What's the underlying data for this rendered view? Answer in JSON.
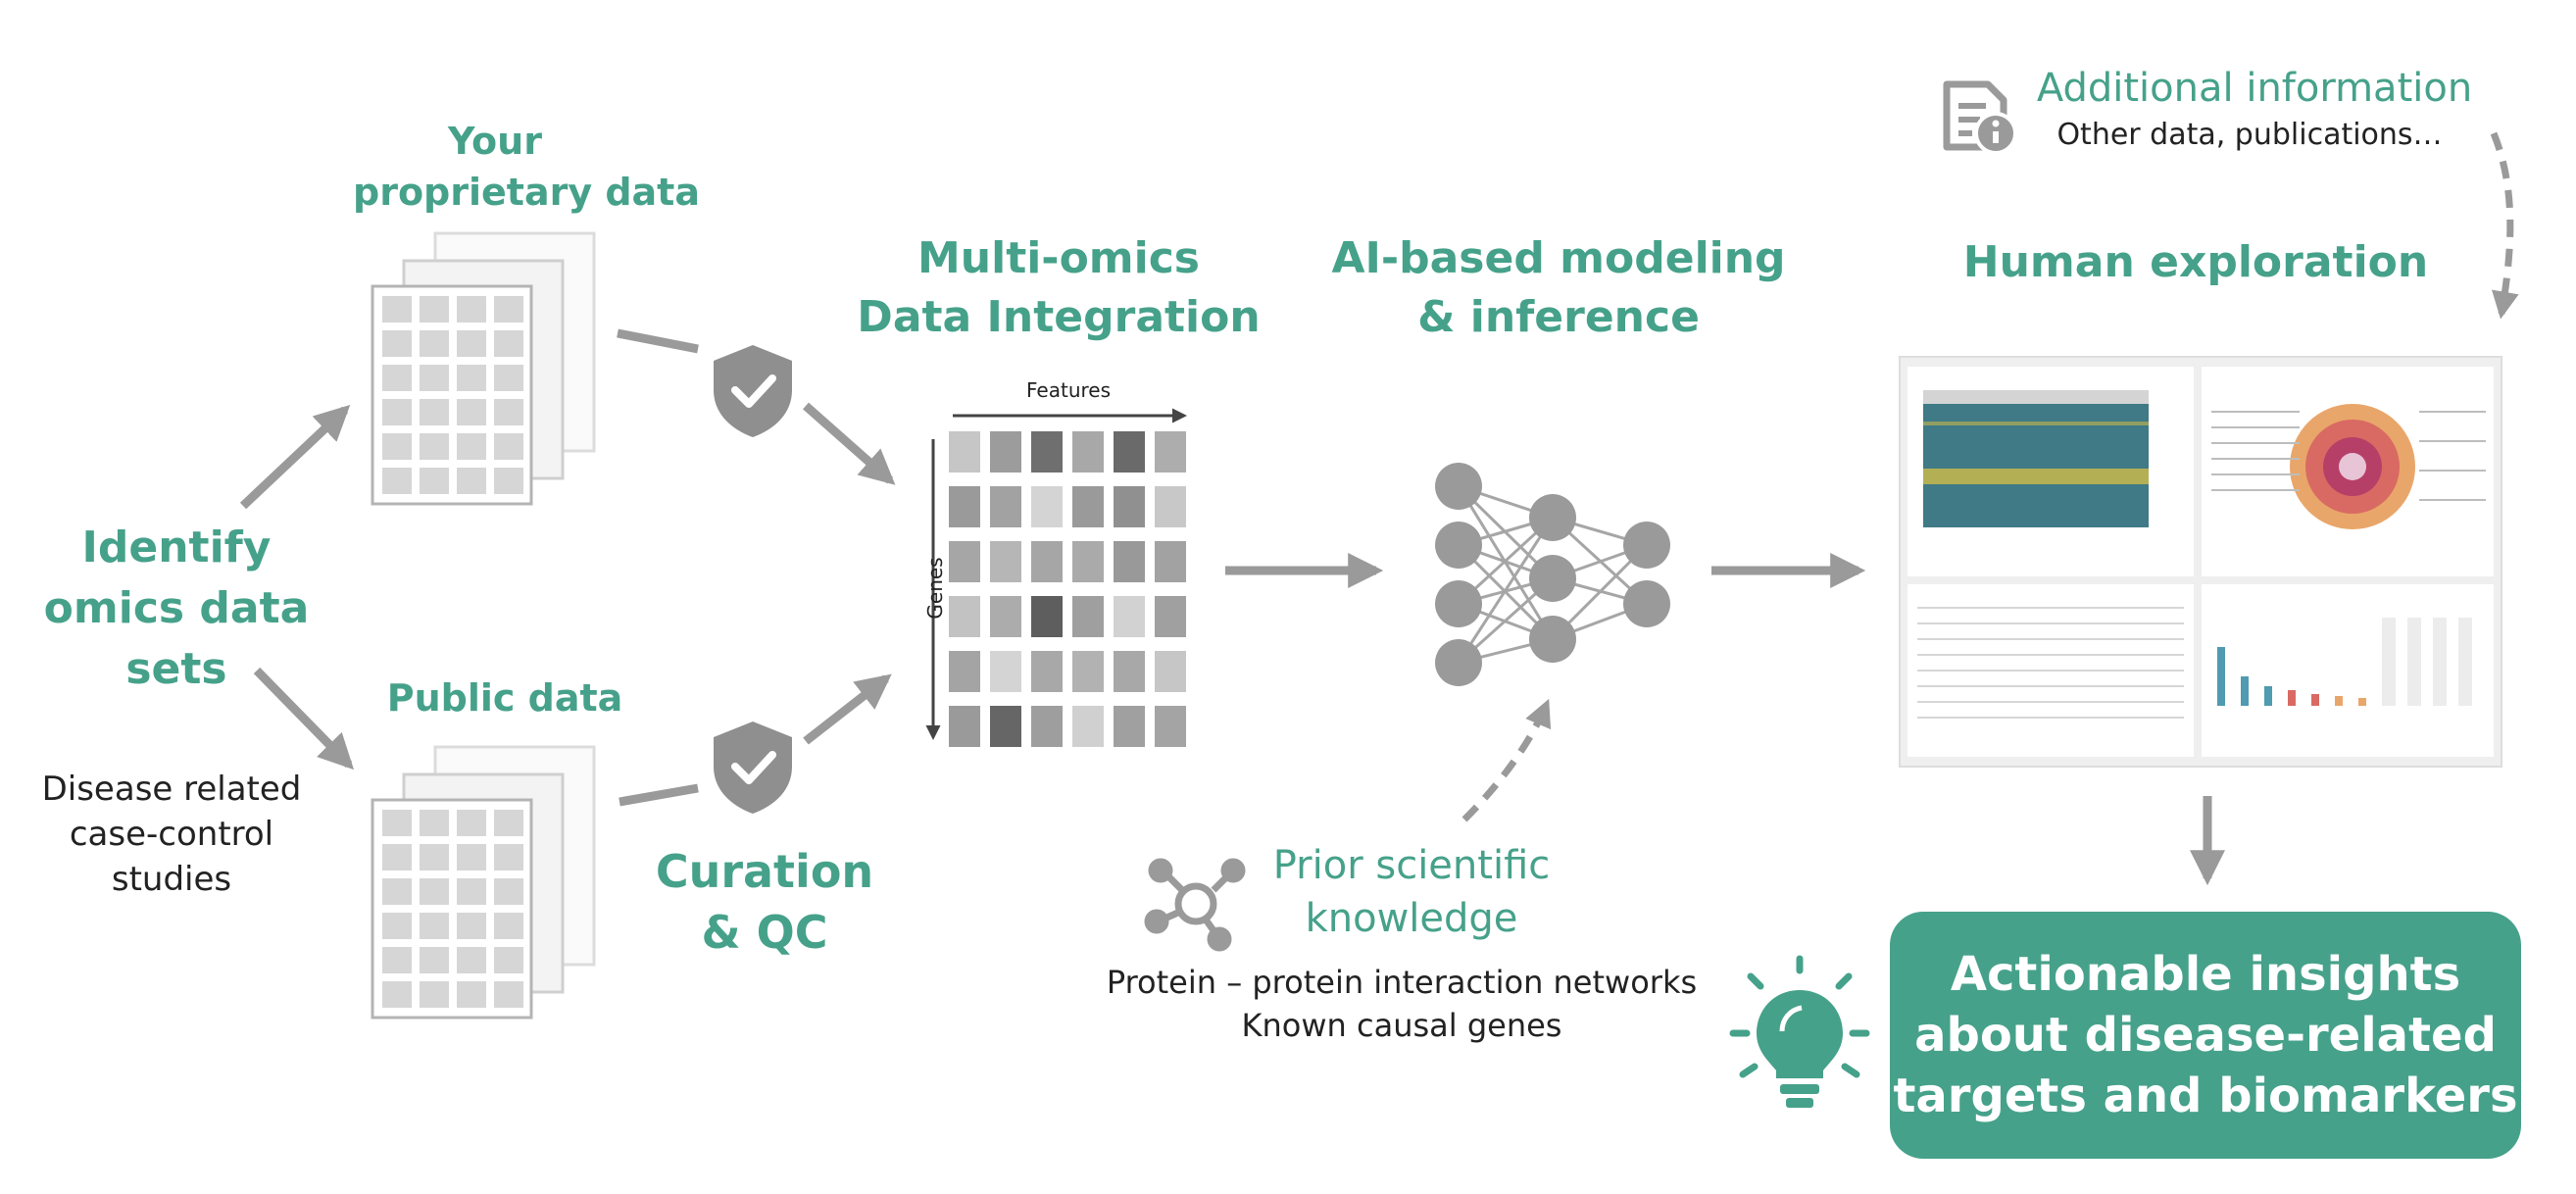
{
  "identify": {
    "line1": "Identify",
    "line2": "omics data",
    "line3": "sets"
  },
  "disease": {
    "line1": "Disease related",
    "line2": "case-control",
    "line3": "studies"
  },
  "proprietary": {
    "line1": "Your",
    "line2": "proprietary data"
  },
  "public_data": {
    "label": "Public data"
  },
  "curation": {
    "line1": "Curation",
    "line2": "& QC"
  },
  "multiomics": {
    "line1": "Multi-omics",
    "line2": "Data Integration",
    "features_label": "Features",
    "genes_label": "Genes"
  },
  "ai": {
    "line1": "AI-based modeling",
    "line2": "& inference"
  },
  "prior": {
    "line1": "Prior scientific",
    "line2": "knowledge",
    "detail1": "Protein – protein interaction networks",
    "detail2": "Known causal genes"
  },
  "additional": {
    "title": "Additional information",
    "subtitle": "Other data, publications…"
  },
  "human": {
    "title": "Human exploration"
  },
  "insights": {
    "line1": "Actionable insights",
    "line2": "about disease-related",
    "line3": "targets and biomarkers"
  },
  "colors": {
    "accent": "#46a18a",
    "arrow": "#999999",
    "grey_text": "#222222"
  },
  "icons": [
    "shield-check-icon",
    "document-info-icon",
    "network-node-icon",
    "lightbulb-icon",
    "neural-network-icon",
    "data-table-icon"
  ]
}
